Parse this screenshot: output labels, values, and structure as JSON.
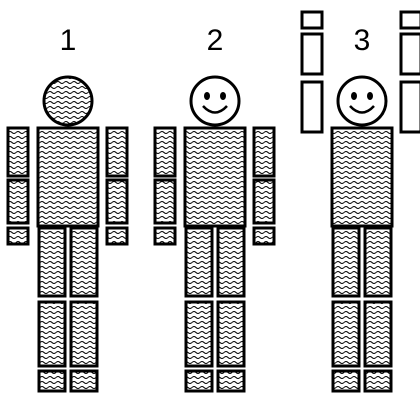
{
  "figures": [
    {
      "label": "1",
      "face": "blank",
      "arms": "down"
    },
    {
      "label": "2",
      "face": "smiley",
      "arms": "down"
    },
    {
      "label": "3",
      "face": "smiley",
      "arms": "up"
    }
  ],
  "colors": {
    "stroke": "#000000",
    "fill": "#ffffff",
    "pattern": "#000000"
  }
}
